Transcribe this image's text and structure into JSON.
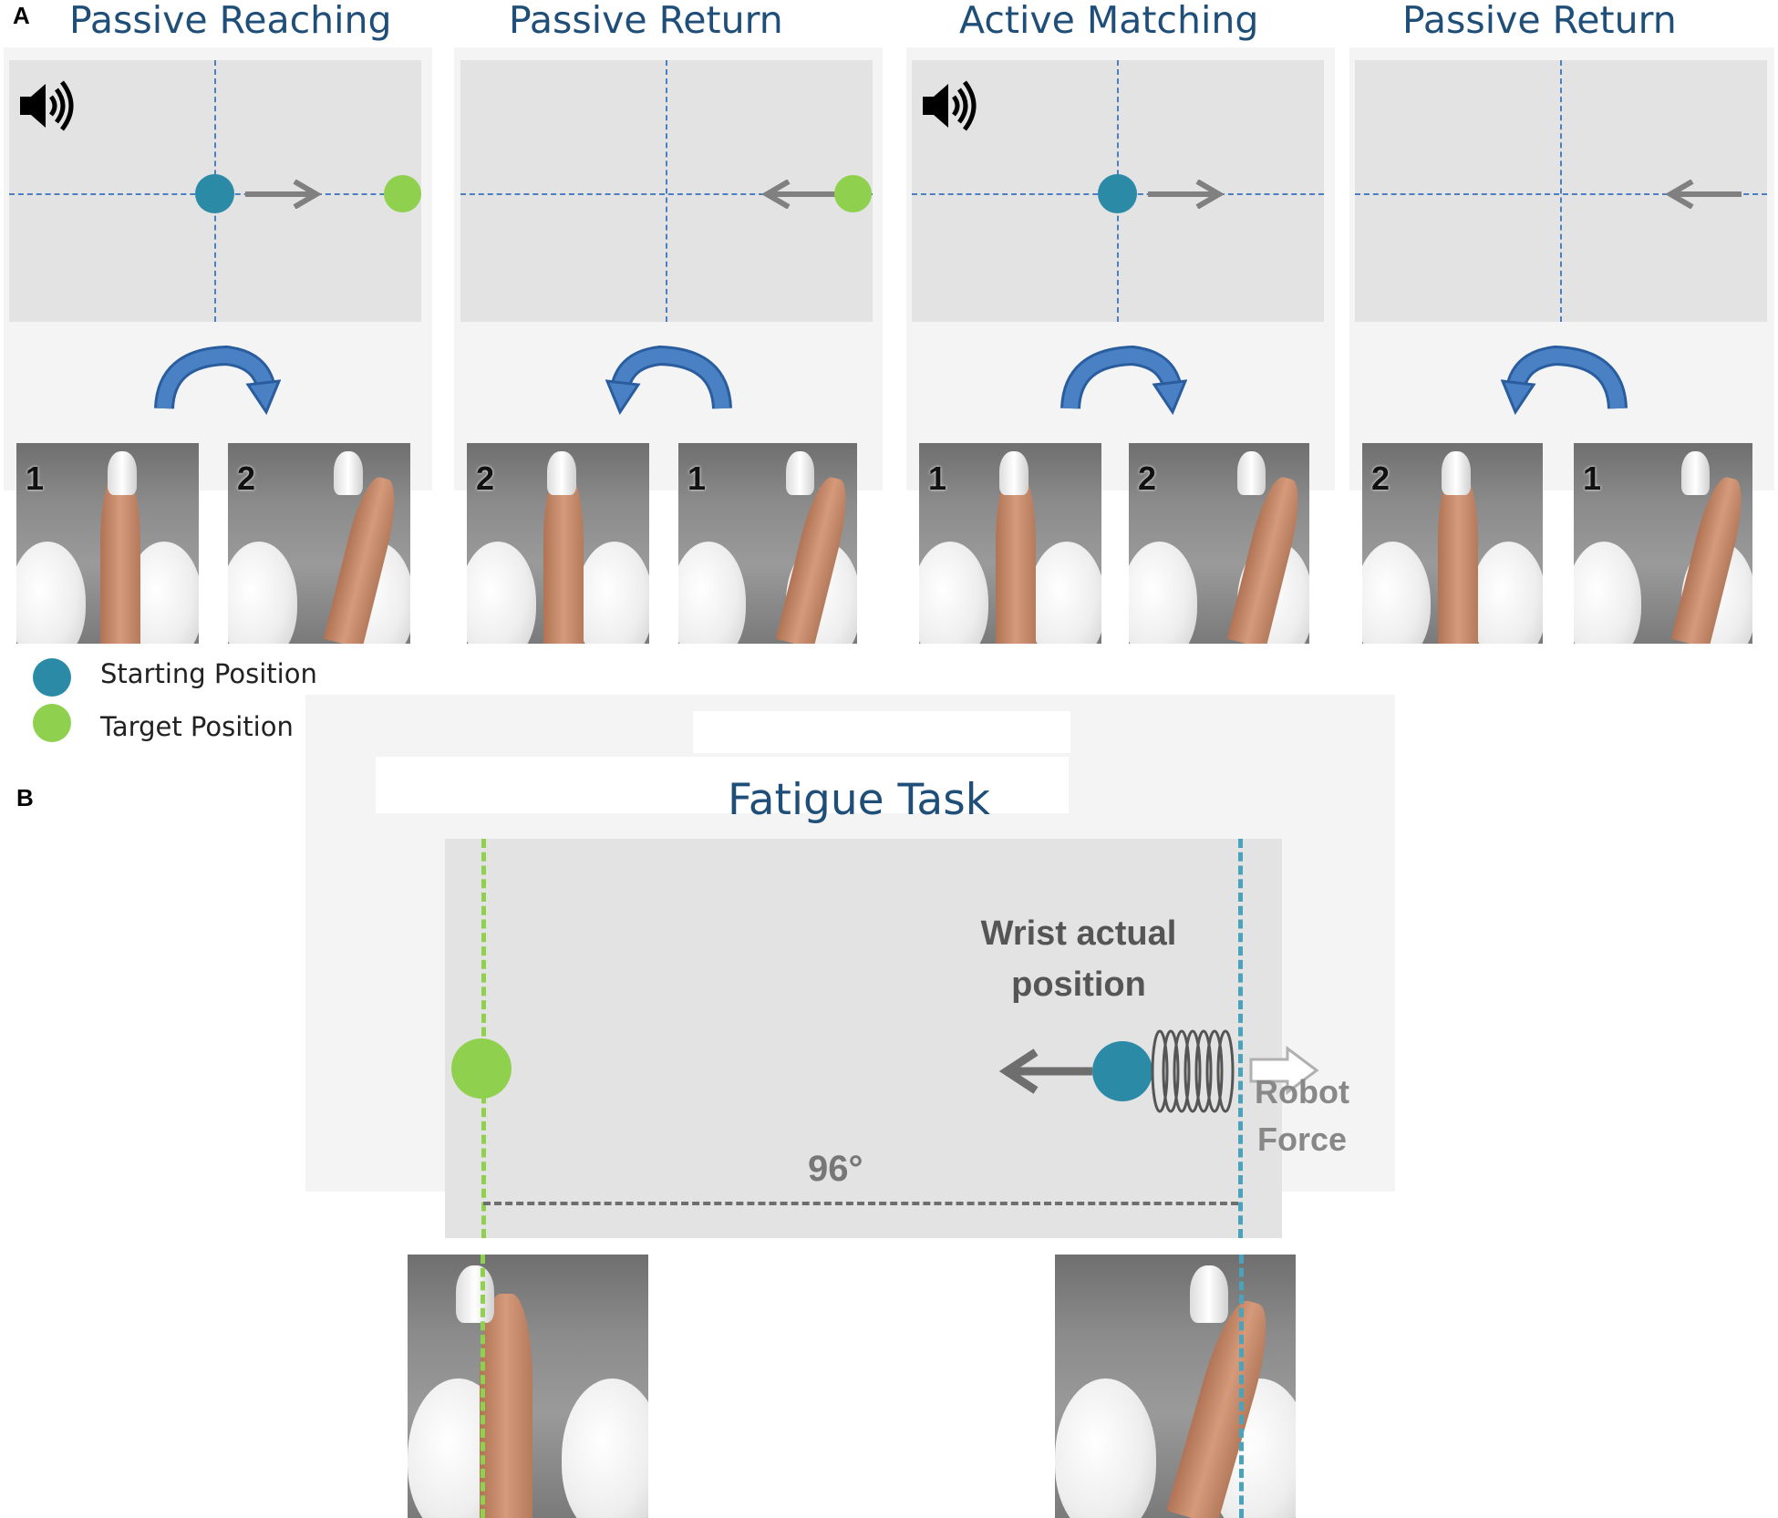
{
  "panel_a": {
    "letter": "A",
    "phases": [
      {
        "title": "Passive Reaching",
        "photo_labels": [
          "1",
          "2"
        ]
      },
      {
        "title": "Passive Return",
        "photo_labels": [
          "2",
          "1"
        ]
      },
      {
        "title": "Active Matching",
        "photo_labels": [
          "1",
          "2"
        ]
      },
      {
        "title": "Passive Return",
        "photo_labels": [
          "2",
          "1"
        ]
      }
    ],
    "legend": {
      "starting": "Starting Position",
      "target": "Target Position"
    }
  },
  "panel_b": {
    "letter": "B",
    "title": "Fatigue Task",
    "wrist_label_line1": "Wrist actual",
    "wrist_label_line2": "position",
    "robot_label_line1": "Robot",
    "robot_label_line2": "Force",
    "angle_label": "96°"
  },
  "colors": {
    "start": "#2b8ba7",
    "target": "#8fd14f",
    "title": "#1f4e79",
    "curve_arrow": "#3e73b8",
    "grid": "#4a7fc1"
  },
  "icons": [
    "speaker-icon",
    "arrow-right-icon",
    "arrow-left-icon",
    "curved-arrow-right-icon",
    "curved-arrow-left-icon",
    "spring-icon"
  ]
}
